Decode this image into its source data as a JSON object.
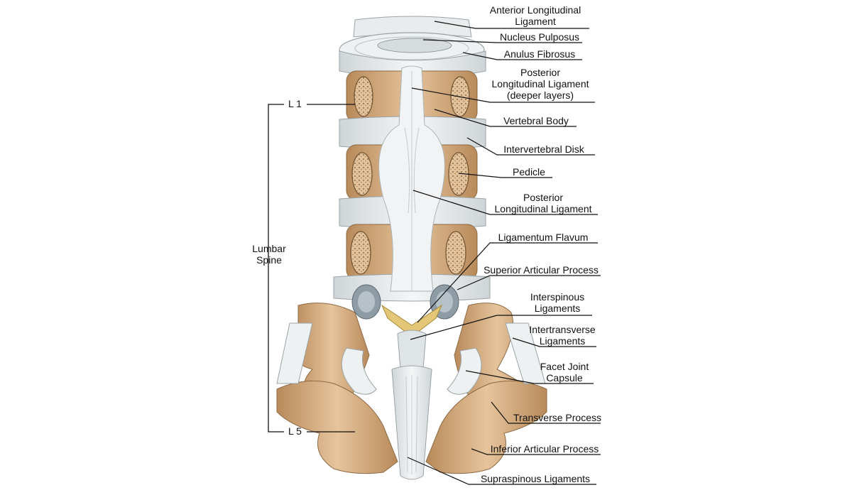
{
  "labels": {
    "anterior_longitudinal_ligament": [
      "Anterior Longitudinal",
      "Ligament"
    ],
    "nucleus_pulposus": [
      "Nucleus Pulposus"
    ],
    "anulus_fibrosus": [
      "Anulus Fibrosus"
    ],
    "posterior_longitudinal_ligament_deeper": [
      "Posterior",
      "Longitudinal Ligament",
      "(deeper layers)"
    ],
    "vertebral_body": [
      "Vertebral Body"
    ],
    "intervertebral_disk": [
      "Intervertebral Disk"
    ],
    "pedicle": [
      "Pedicle"
    ],
    "posterior_longitudinal_ligament": [
      "Posterior",
      "Longitudinal Ligament"
    ],
    "ligamentum_flavum": [
      "Ligamentum Flavum"
    ],
    "superior_articular_process": [
      "Superior Articular Process"
    ],
    "interspinous_ligaments": [
      "Interspinous",
      "Ligaments"
    ],
    "intertransverse_ligaments": [
      "Intertransverse",
      "Ligaments"
    ],
    "facet_joint_capsule": [
      "Facet Joint",
      "Capsule"
    ],
    "transverse_process": [
      "Transverse Process"
    ],
    "inferior_articular_process": [
      "Inferior Articular Process"
    ],
    "supraspinous_ligaments": [
      "Supraspinous Ligaments"
    ]
  },
  "levels": {
    "top": "L 1",
    "bottom": "L 5",
    "region": [
      "Lumbar",
      "Spine"
    ]
  },
  "colors": {
    "bone": "#d8b48a",
    "bone_dark": "#8c6a44",
    "ligament": "#e8ecee",
    "cancellous": "#c79a68",
    "flavum": "#e3c777",
    "cartilage": "#9aa9b3",
    "line": "#111111"
  }
}
